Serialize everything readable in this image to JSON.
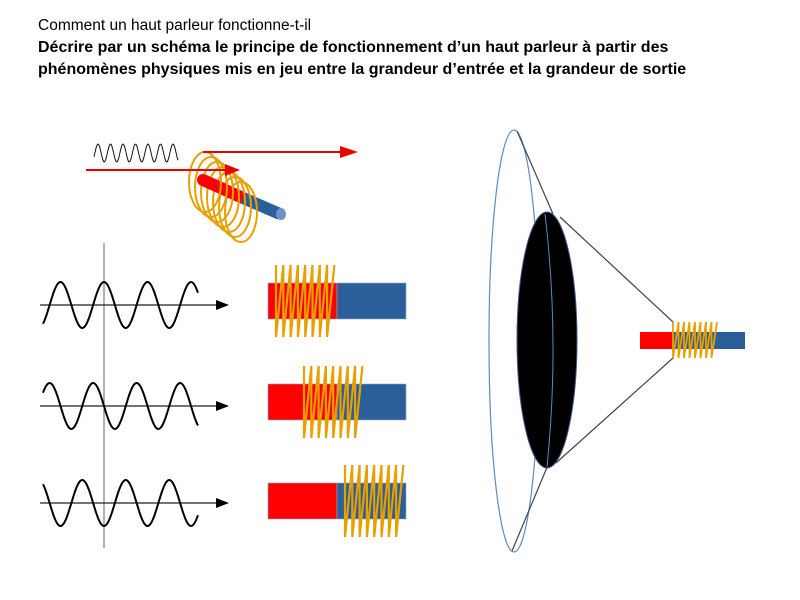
{
  "header": {
    "subtitle": "Comment un haut parleur fonctionne-t-il",
    "instruction": "Décrire par un schéma le principe de fonctionnement d’un haut parleur à partir des phénomènes physiques mis en jeu entre la grandeur d’entrée et la grandeur de sortie"
  },
  "colors": {
    "magnet_north": "#ff0000",
    "magnet_south": "#2b5f99",
    "coil": "#e8a000",
    "arrow": "#ee0000",
    "cone_outline": "#5b8ac6",
    "membrane": "#000000",
    "wave": "#000000"
  },
  "diagram": {
    "intro": {
      "elements": [
        "input-signal-wave",
        "current-arrow-in",
        "current-arrow-out",
        "coil",
        "cylindrical-magnet"
      ]
    },
    "rows": [
      {
        "label": "state-1",
        "wave_phase": "crest-at-axis",
        "coil_position": "left"
      },
      {
        "label": "state-2",
        "wave_phase": "zero-descending-at-axis",
        "coil_position": "center"
      },
      {
        "label": "state-3",
        "wave_phase": "trough-at-axis",
        "coil_position": "right"
      }
    ],
    "speaker": {
      "elements": [
        "cone-outer-edge",
        "membrane",
        "cone-lines",
        "voice-coil",
        "magnet"
      ]
    }
  }
}
